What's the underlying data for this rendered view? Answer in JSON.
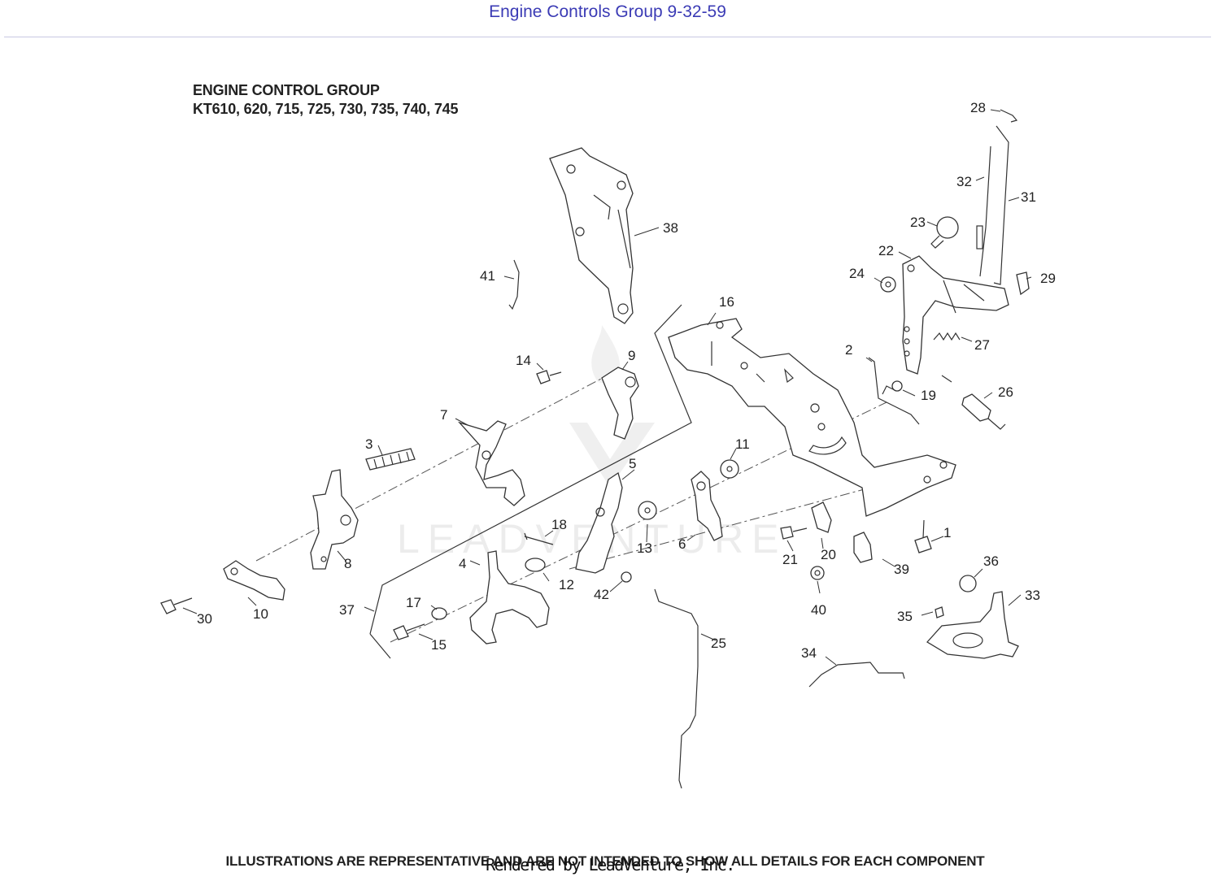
{
  "header": {
    "title": "Engine Controls Group 9-32-59"
  },
  "diagram": {
    "title_line1": "ENGINE CONTROL GROUP",
    "title_line2": "KT610, 620, 715, 725, 730, 735, 740, 745",
    "watermark": "LEADVENTURE",
    "disclaimer": "ILLUSTRATIONS ARE REPRESENTATIVE AND ARE NOT INTENDED TO SHOW ALL DETAILS FOR EACH COMPONENT",
    "callouts": [
      "1",
      "2",
      "3",
      "4",
      "5",
      "6",
      "7",
      "8",
      "9",
      "10",
      "11",
      "12",
      "13",
      "14",
      "15",
      "16",
      "17",
      "18",
      "19",
      "20",
      "21",
      "22",
      "23",
      "24",
      "25",
      "26",
      "27",
      "28",
      "29",
      "30",
      "31",
      "32",
      "33",
      "34",
      "35",
      "36",
      "37",
      "38",
      "39",
      "40",
      "41",
      "42"
    ]
  },
  "footer": {
    "rendered_by": "Rendered by LeadVenture, Inc."
  }
}
